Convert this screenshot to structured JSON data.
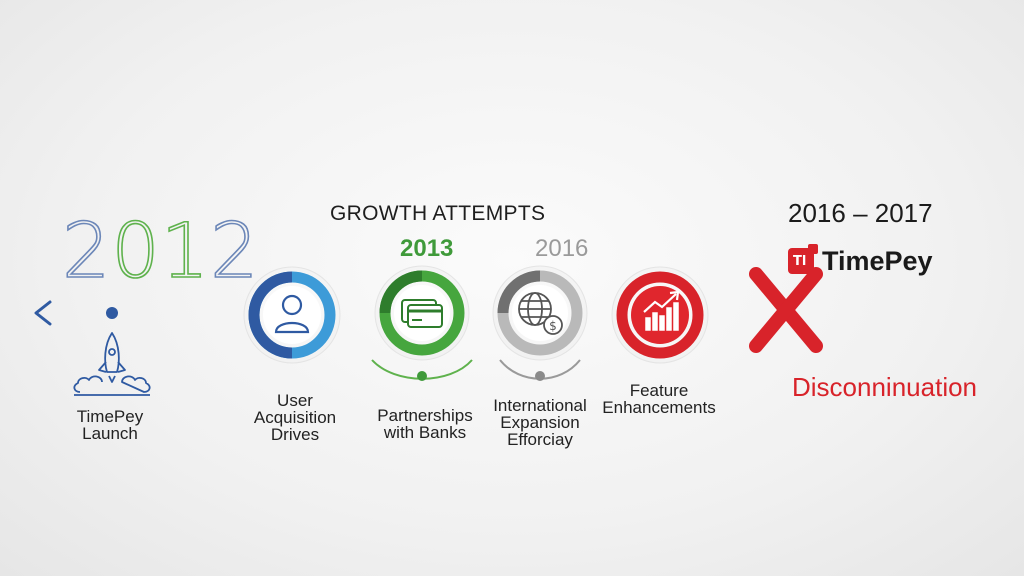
{
  "timeline": {
    "start_year": "2012",
    "heading": "Growth Attempts",
    "year_2013": "2013",
    "year_2016": "2016",
    "end_period": "2016 – 2017",
    "brand_name": "TimePey",
    "brand_logo_text": "Tl",
    "end_label": "Disconninuation"
  },
  "milestones": [
    {
      "label": "TimePey\nLaunch",
      "icon": "rocket-icon",
      "color": "#2f5aa2"
    },
    {
      "label": "User\nAcquisition\nDrives",
      "icon": "user-icon",
      "color": "#2f6fb8"
    },
    {
      "label": "Partnerships\nwith Banks",
      "icon": "credit-card-icon",
      "color": "#3f9a3a"
    },
    {
      "label": "International\nExpansion\nEfforciay",
      "icon": "globe-dollar-icon",
      "color": "#8a8a8a"
    },
    {
      "label": "Feature\nEnhancements",
      "icon": "growth-chart-icon",
      "color": "#d8232a"
    }
  ],
  "colors": {
    "blue": "#2f5aa2",
    "green": "#3f9a3a",
    "gray": "#8a8a8a",
    "red": "#d8232a"
  }
}
